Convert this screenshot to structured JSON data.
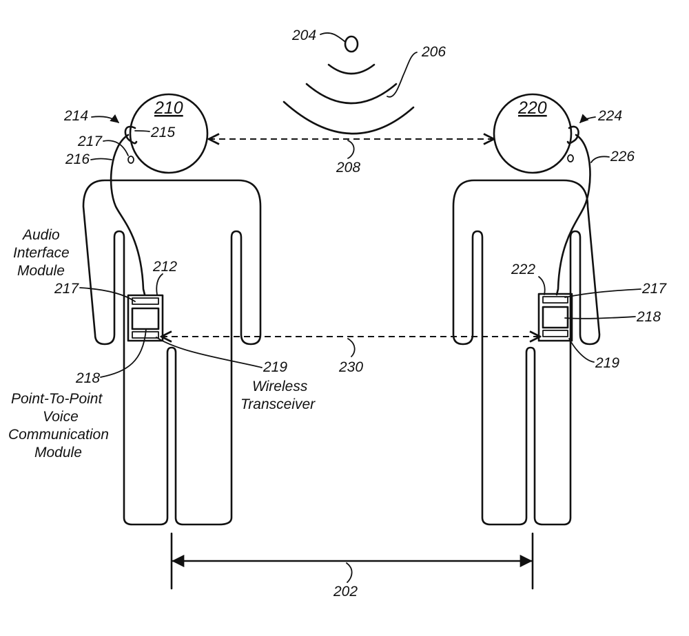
{
  "labels": {
    "ref_204": "204",
    "ref_206": "206",
    "ref_208": "208",
    "ref_210": "210",
    "ref_214": "214",
    "ref_215": "215",
    "ref_217_left_ear": "217",
    "ref_216": "216",
    "ref_212": "212",
    "ref_217_left": "217",
    "ref_218_left": "218",
    "ref_219_left": "219",
    "ref_220": "220",
    "ref_224": "224",
    "ref_226": "226",
    "ref_222": "222",
    "ref_217_right": "217",
    "ref_218_right": "218",
    "ref_219_right": "219",
    "ref_230": "230",
    "ref_202": "202",
    "audio_line1": "Audio",
    "audio_line2": "Interface",
    "audio_line3": "Module",
    "ptp_line1": "Point-To-Point",
    "ptp_line2": "Voice",
    "ptp_line3": "Communication",
    "ptp_line4": "Module",
    "wireless_line1": "Wireless",
    "wireless_line2": "Transceiver"
  }
}
